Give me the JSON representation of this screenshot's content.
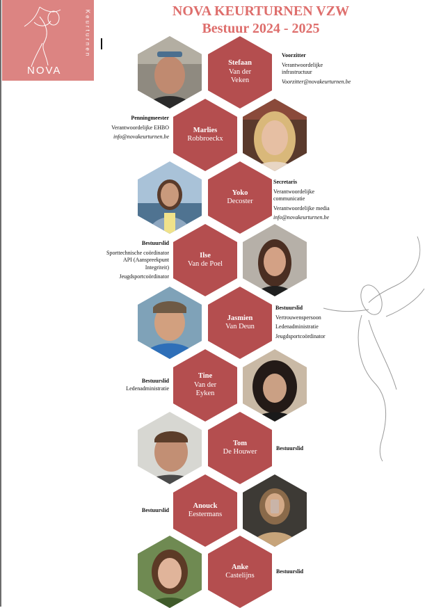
{
  "header": {
    "title": "NOVA KEURTURNEN VZW",
    "subtitle": "Bestuur 2024 - 2025"
  },
  "logo": {
    "word": "NOVA",
    "side_text": "Keurturnen",
    "icon": "dancer-logo-icon",
    "color": "#dc8482"
  },
  "colors": {
    "accent": "#b44e4f",
    "title": "#de6e6c"
  },
  "members": [
    {
      "first": "Stefaan",
      "last1": "Van der",
      "last2": "Veken",
      "role": "Voorzitter",
      "duties": [
        "Verantwoordelijke",
        "infrastructuur"
      ],
      "email": "Voorzitter@novakeurturnen.be"
    },
    {
      "first": "Marlies",
      "last1": "Robbroeckx",
      "role": "Penningmeester",
      "duties": [
        "Verantwoordelijke EHBO"
      ],
      "email": "info@novakeurturnen.be"
    },
    {
      "first": "Yoko",
      "last1": "Decoster",
      "role": "Secretaris",
      "duties": [
        "Verantwoordelijke",
        "communicatie",
        "Verantwoordelijke media"
      ],
      "email": "info@novakeurturnen.be"
    },
    {
      "first": "Ilse",
      "last1": "Van de Poel",
      "role": "Bestuurslid",
      "duties": [
        "Sporttechnische coördinator",
        "API (Aanspreekpunt",
        "Integriteit)",
        "Jeugdsportcoördinator"
      ]
    },
    {
      "first": "Jasmien",
      "last1": "Van Deun",
      "role": "Bestuurslid",
      "duties": [
        "Vertrouwenspersoon",
        "Ledenadministratie",
        "Jeugdsportcoördinator"
      ]
    },
    {
      "first": "Tine",
      "last1": "Van der",
      "last2": "Eyken",
      "role": "Bestuurslid",
      "duties": [
        "Ledenadministratie"
      ]
    },
    {
      "first": "Tom",
      "last1": "De Houwer",
      "role": "Bestuurslid"
    },
    {
      "first": "Anouck",
      "last1": "Eestermans",
      "role": "Bestuurslid"
    },
    {
      "first": "Anke",
      "last1": "Castelijns",
      "role": "Bestuurslid"
    }
  ]
}
